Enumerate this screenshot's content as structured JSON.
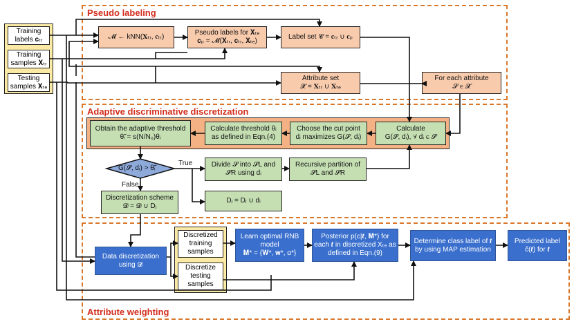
{
  "sections": {
    "pseudo": "Pseudo labeling",
    "adaptive": "Adaptive discriminative discretization",
    "weighting": "Attribute weighting"
  },
  "inputs": {
    "train_labels": [
      "Training",
      "labels 𝐜ₜᵣ"
    ],
    "train_samples": [
      "Training",
      "samples 𝐗ₜᵣ"
    ],
    "test_samples": [
      "Testing",
      "samples 𝐗ₜₑ"
    ]
  },
  "pseudo": {
    "knn": [
      "𝓜 ← kNN(𝐗ₜᵣ, 𝐜ₜᵣ)"
    ],
    "pseudo_labels": [
      "Pseudo labels for 𝐗ₜₑ",
      "𝐜ₚ = 𝓜(𝐗ₜᵣ, 𝐜ₜᵣ, 𝐗ₜₑ)"
    ],
    "label_set": [
      "Label set 𝓒 = 𝐜ₜᵣ ∪ 𝐜ₚ"
    ],
    "attribute_set": [
      "Attribute set",
      "𝓧 = 𝐗ₜᵣ ∪ 𝐗ₜₑ"
    ],
    "for_each": [
      "For each attribute",
      "𝓢 ∈ 𝓧"
    ]
  },
  "adaptive": {
    "obtain": [
      "Obtain the adaptive threshold",
      "θ̃ᵢ = s(N/N₀)θᵢ"
    ],
    "calc_threshold": [
      "Calculate threshold θᵢ",
      "as defined in Eqn.(4)"
    ],
    "choose_cut": [
      "Choose the cut point",
      "dᵢ maximizes G(𝓢, dᵢ)"
    ],
    "calculate": [
      "Calculate",
      "G(𝓢, dᵢ), ∀ dᵢ ∈ 𝓢"
    ],
    "decision": "G(𝓢, dᵢ) > θ̃ᵢ",
    "true_label": "True",
    "false_label": "False",
    "divide": [
      "Divide 𝓢 into 𝓢L and",
      "𝓢R using dᵢ"
    ],
    "recursive": [
      "Recursive partition of",
      "𝓢L and 𝓢R"
    ],
    "scheme": [
      "Discretization scheme",
      "𝓓 = 𝓓 ∪ Dⱼ"
    ],
    "dj": [
      "Dⱼ = Dⱼ ∪ dᵢ"
    ]
  },
  "weighting": {
    "data_disc": [
      "Data discretization",
      "using 𝓓"
    ],
    "disc_train": [
      "Discretized",
      "training",
      "samples"
    ],
    "disc_test": [
      "Discretize",
      "testing",
      "samples"
    ],
    "learn": [
      "Learn optimal RNB",
      "model",
      "𝐌* = {𝐖*, 𝐰*, α*}"
    ],
    "posterior": [
      "Posterior p(c|𝒕, 𝐌*) for",
      "each 𝒕 in discretized Xₜₑ as",
      "defined in Eqn.(9)"
    ],
    "determine": [
      "Determine class label of 𝒕",
      "by using MAP estimation"
    ],
    "predicted": [
      "Predicted label",
      "ĉ(𝒕) for 𝒕"
    ]
  },
  "colors": {
    "orange_dash": "#d9772b",
    "title_red": "#d22c1c",
    "peach": "#f8cbad",
    "green": "#c5dfb3",
    "blue": "#3a6fcd",
    "yellow": "#fbeaa6",
    "band": "#f4b183",
    "diamond": "#8eaadb"
  }
}
